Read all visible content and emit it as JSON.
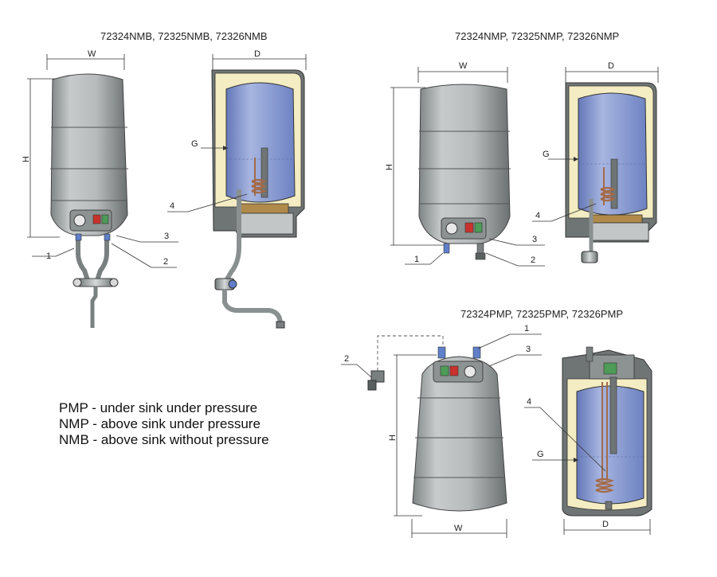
{
  "groups": {
    "nmb": {
      "title": "72324NMB, 72325NMB, 72326NMB"
    },
    "nmp": {
      "title": "72324NMP, 72325NMP, 72326NMP"
    },
    "pmp": {
      "title": "72324PMP, 72325PMP, 72326PMP"
    }
  },
  "dimensions": {
    "width": "W",
    "depth": "D",
    "height": "H",
    "gap": "G"
  },
  "callouts": [
    "1",
    "2",
    "3",
    "4"
  ],
  "legend": [
    "PMP - under sink under pressure",
    "NMP - above sink under pressure",
    "NMB - above sink without pressure"
  ],
  "colors": {
    "shell": "#b9bdbd",
    "shell_dark": "#6f7474",
    "insulation": "#f4edc3",
    "tank": "#7d92cf",
    "tank_light": "#a9b7e2",
    "pipe": "#9aa0a0",
    "heater": "#a46a48",
    "panel_red": "#c9322c",
    "panel_green": "#4d9b57"
  }
}
